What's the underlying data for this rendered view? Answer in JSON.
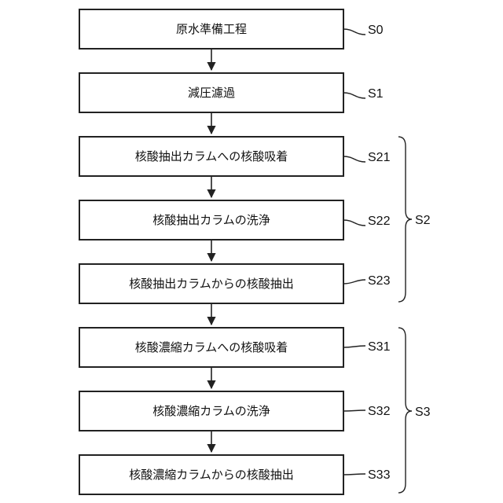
{
  "steps": [
    {
      "label": "原水準備工程",
      "ref": "S0"
    },
    {
      "label": "減圧濾過",
      "ref": "S1"
    },
    {
      "label": "核酸抽出カラムへの核酸吸着",
      "ref": "S21"
    },
    {
      "label": "核酸抽出カラムの洗浄",
      "ref": "S22"
    },
    {
      "label": "核酸抽出カラムからの核酸抽出",
      "ref": "S23"
    },
    {
      "label": "核酸濃縮カラムへの核酸吸着",
      "ref": "S31"
    },
    {
      "label": "核酸濃縮カラムの洗浄",
      "ref": "S32"
    },
    {
      "label": "核酸濃縮カラムからの核酸抽出",
      "ref": "S33"
    }
  ],
  "groups": [
    {
      "ref": "S2"
    },
    {
      "ref": "S3"
    }
  ]
}
